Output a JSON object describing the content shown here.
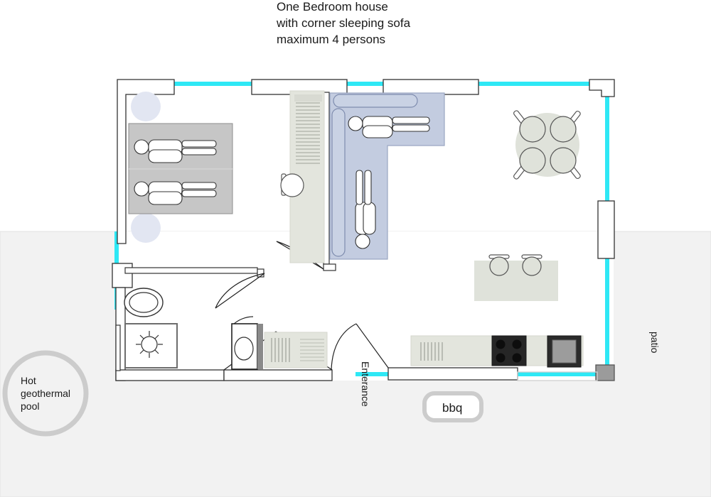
{
  "title": {
    "line1": "One Bedroom house",
    "line2": "with corner sleeping sofa",
    "line3": "maximum 4 persons"
  },
  "labels": {
    "entrance": "Enterance",
    "bbq": "bbq",
    "patio": "patio",
    "pool_line1": "Hot",
    "pool_line2": "geothermal",
    "pool_line3": "pool"
  },
  "colors": {
    "glass": "#2ee8f5",
    "wall_stroke": "#333333",
    "wall_fill": "#ffffff",
    "outdoor": "#f2f2f2",
    "bed_platform": "#c6c6c6",
    "sofa": "#c3cce0",
    "cabinet": "#e3e5dd",
    "table": "#dfe2da",
    "stove": "#262626",
    "oven_frame": "#2b2b2b",
    "oven_face": "#9c9c9c",
    "lamp": "#e2e6f2",
    "pool_ring": "#cccccc",
    "bbq_ring": "#cccccc",
    "furniture_outline": "#555555"
  },
  "rooms": {
    "bedroom": "bedroom",
    "bathroom": "bathroom",
    "living": "living-room",
    "kitchen": "kitchen",
    "dining": "dining-area",
    "patio": "patio"
  },
  "fixtures": {
    "beds": 2,
    "sleepers_on_sofa": 2,
    "dining_chairs": 4,
    "bar_stools": 2,
    "stove_burners": 4,
    "toilet": "toilet",
    "shower": "shower",
    "washbasin": "washbasin",
    "oven": "oven"
  }
}
